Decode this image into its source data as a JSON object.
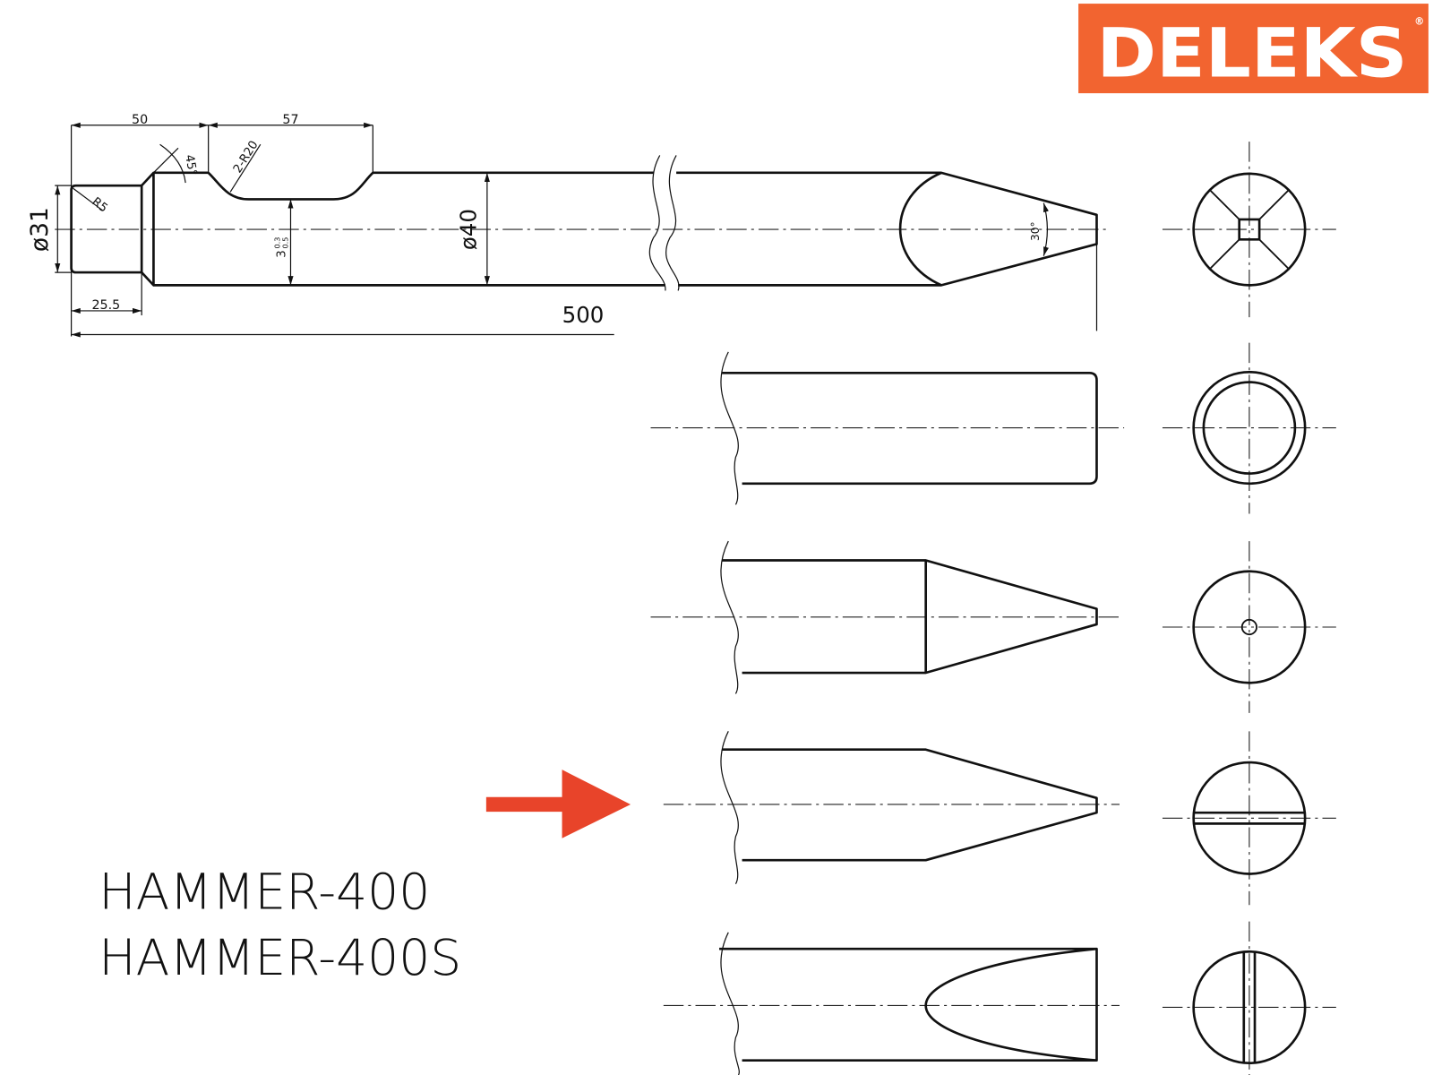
{
  "logo": {
    "text": "DELEKS",
    "registered": "®",
    "color": "#f26430"
  },
  "dimensions": {
    "shank_length": "50",
    "groove_length": "57",
    "chamfer_angle": "45°",
    "groove_radius": "2-R20",
    "end_radius": "R5",
    "shank_diameter": "ø31",
    "groove_depth": "3",
    "groove_tol_upper": "0.3",
    "groove_tol_lower": "0.5",
    "body_diameter": "ø40",
    "tip_angle": "30°",
    "collar_length": "25.5",
    "total_length": "500"
  },
  "models": [
    "HAMMER-400",
    "HAMMER-400S"
  ],
  "arrow_color": "#e8442a"
}
